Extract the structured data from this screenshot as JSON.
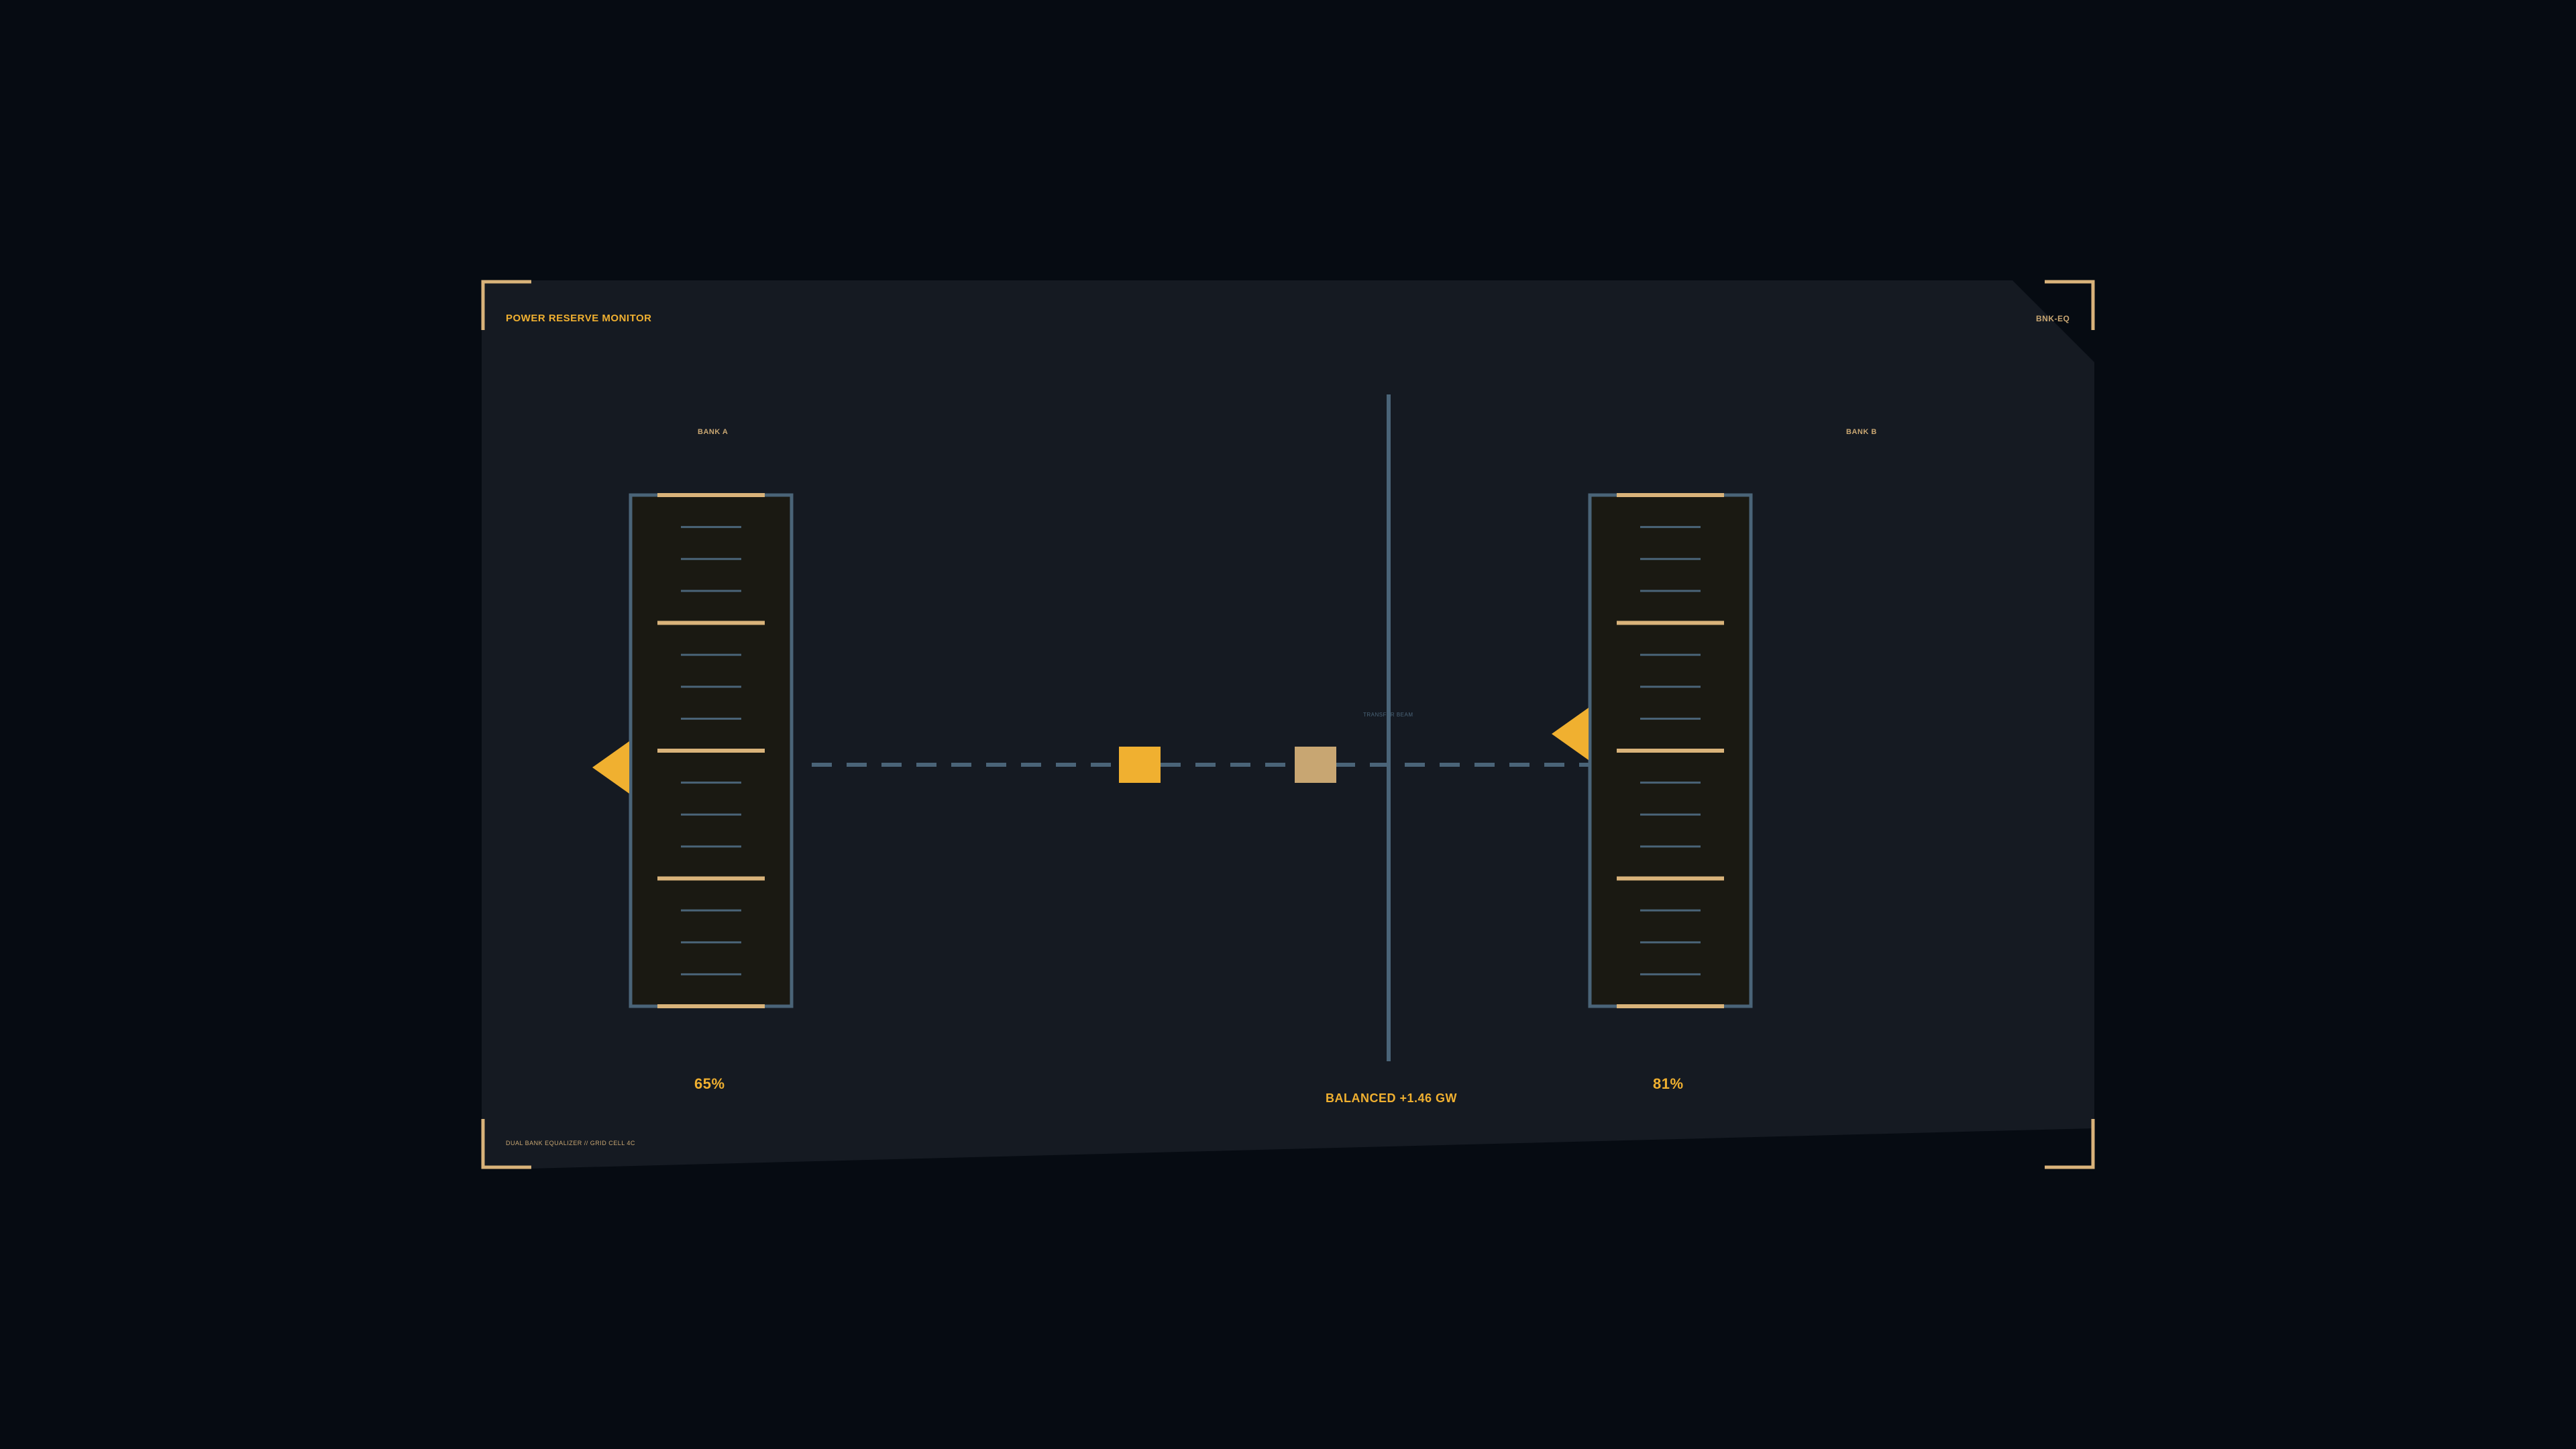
{
  "header": {
    "title": "POWER RESERVE MONITOR",
    "code": "BNK-EQ"
  },
  "footer": {
    "caption": "DUAL BANK EQUALIZER // GRID CELL 4C"
  },
  "bank_a": {
    "label": "BANK A",
    "level_text": "65%",
    "level_fraction": 0.65
  },
  "bank_b": {
    "label": "BANK B",
    "level_text": "81%",
    "level_fraction": 0.81
  },
  "balance": {
    "status": "BALANCED +1.46 GW",
    "axis_label": "TRANSFER BEAM"
  },
  "colors": {
    "background": "#060b12",
    "panel": "#151a22",
    "accent": "#f0b030",
    "accent_muted": "#c8a672",
    "frame": "#d9b37a",
    "steel": "#4a6478",
    "gauge_fill": "#1a1912"
  },
  "icons": {
    "bank_a_pointer": "triangle-right-pointer",
    "bank_b_pointer": "triangle-right-pointer",
    "primary_marker": "square-marker",
    "secondary_marker": "square-marker"
  }
}
